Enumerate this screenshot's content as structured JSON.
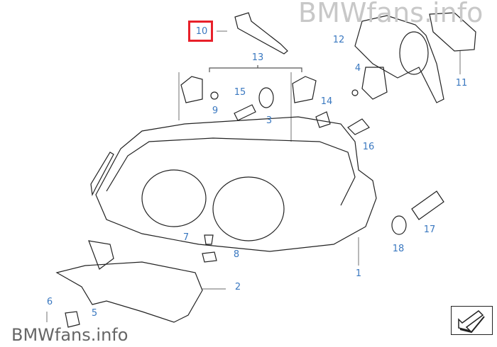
{
  "diagram": {
    "selected_part": "10",
    "parts": [
      {
        "id": "10",
        "label": "10"
      },
      {
        "id": "12",
        "label": "12"
      },
      {
        "id": "13",
        "label": "13"
      },
      {
        "id": "4",
        "label": "4"
      },
      {
        "id": "11",
        "label": "11"
      },
      {
        "id": "15",
        "label": "15"
      },
      {
        "id": "9",
        "label": "9"
      },
      {
        "id": "3",
        "label": "3"
      },
      {
        "id": "14",
        "label": "14"
      },
      {
        "id": "16",
        "label": "16"
      },
      {
        "id": "17",
        "label": "17"
      },
      {
        "id": "18",
        "label": "18"
      },
      {
        "id": "7",
        "label": "7"
      },
      {
        "id": "8",
        "label": "8"
      },
      {
        "id": "2",
        "label": "2"
      },
      {
        "id": "1",
        "label": "1"
      },
      {
        "id": "6",
        "label": "6"
      },
      {
        "id": "5",
        "label": "5"
      }
    ],
    "watermark_top": "BMWfans.info",
    "watermark_bottom": "BMWfans.info",
    "label_color": "#3a78c0",
    "highlight_color": "#e8202a"
  }
}
